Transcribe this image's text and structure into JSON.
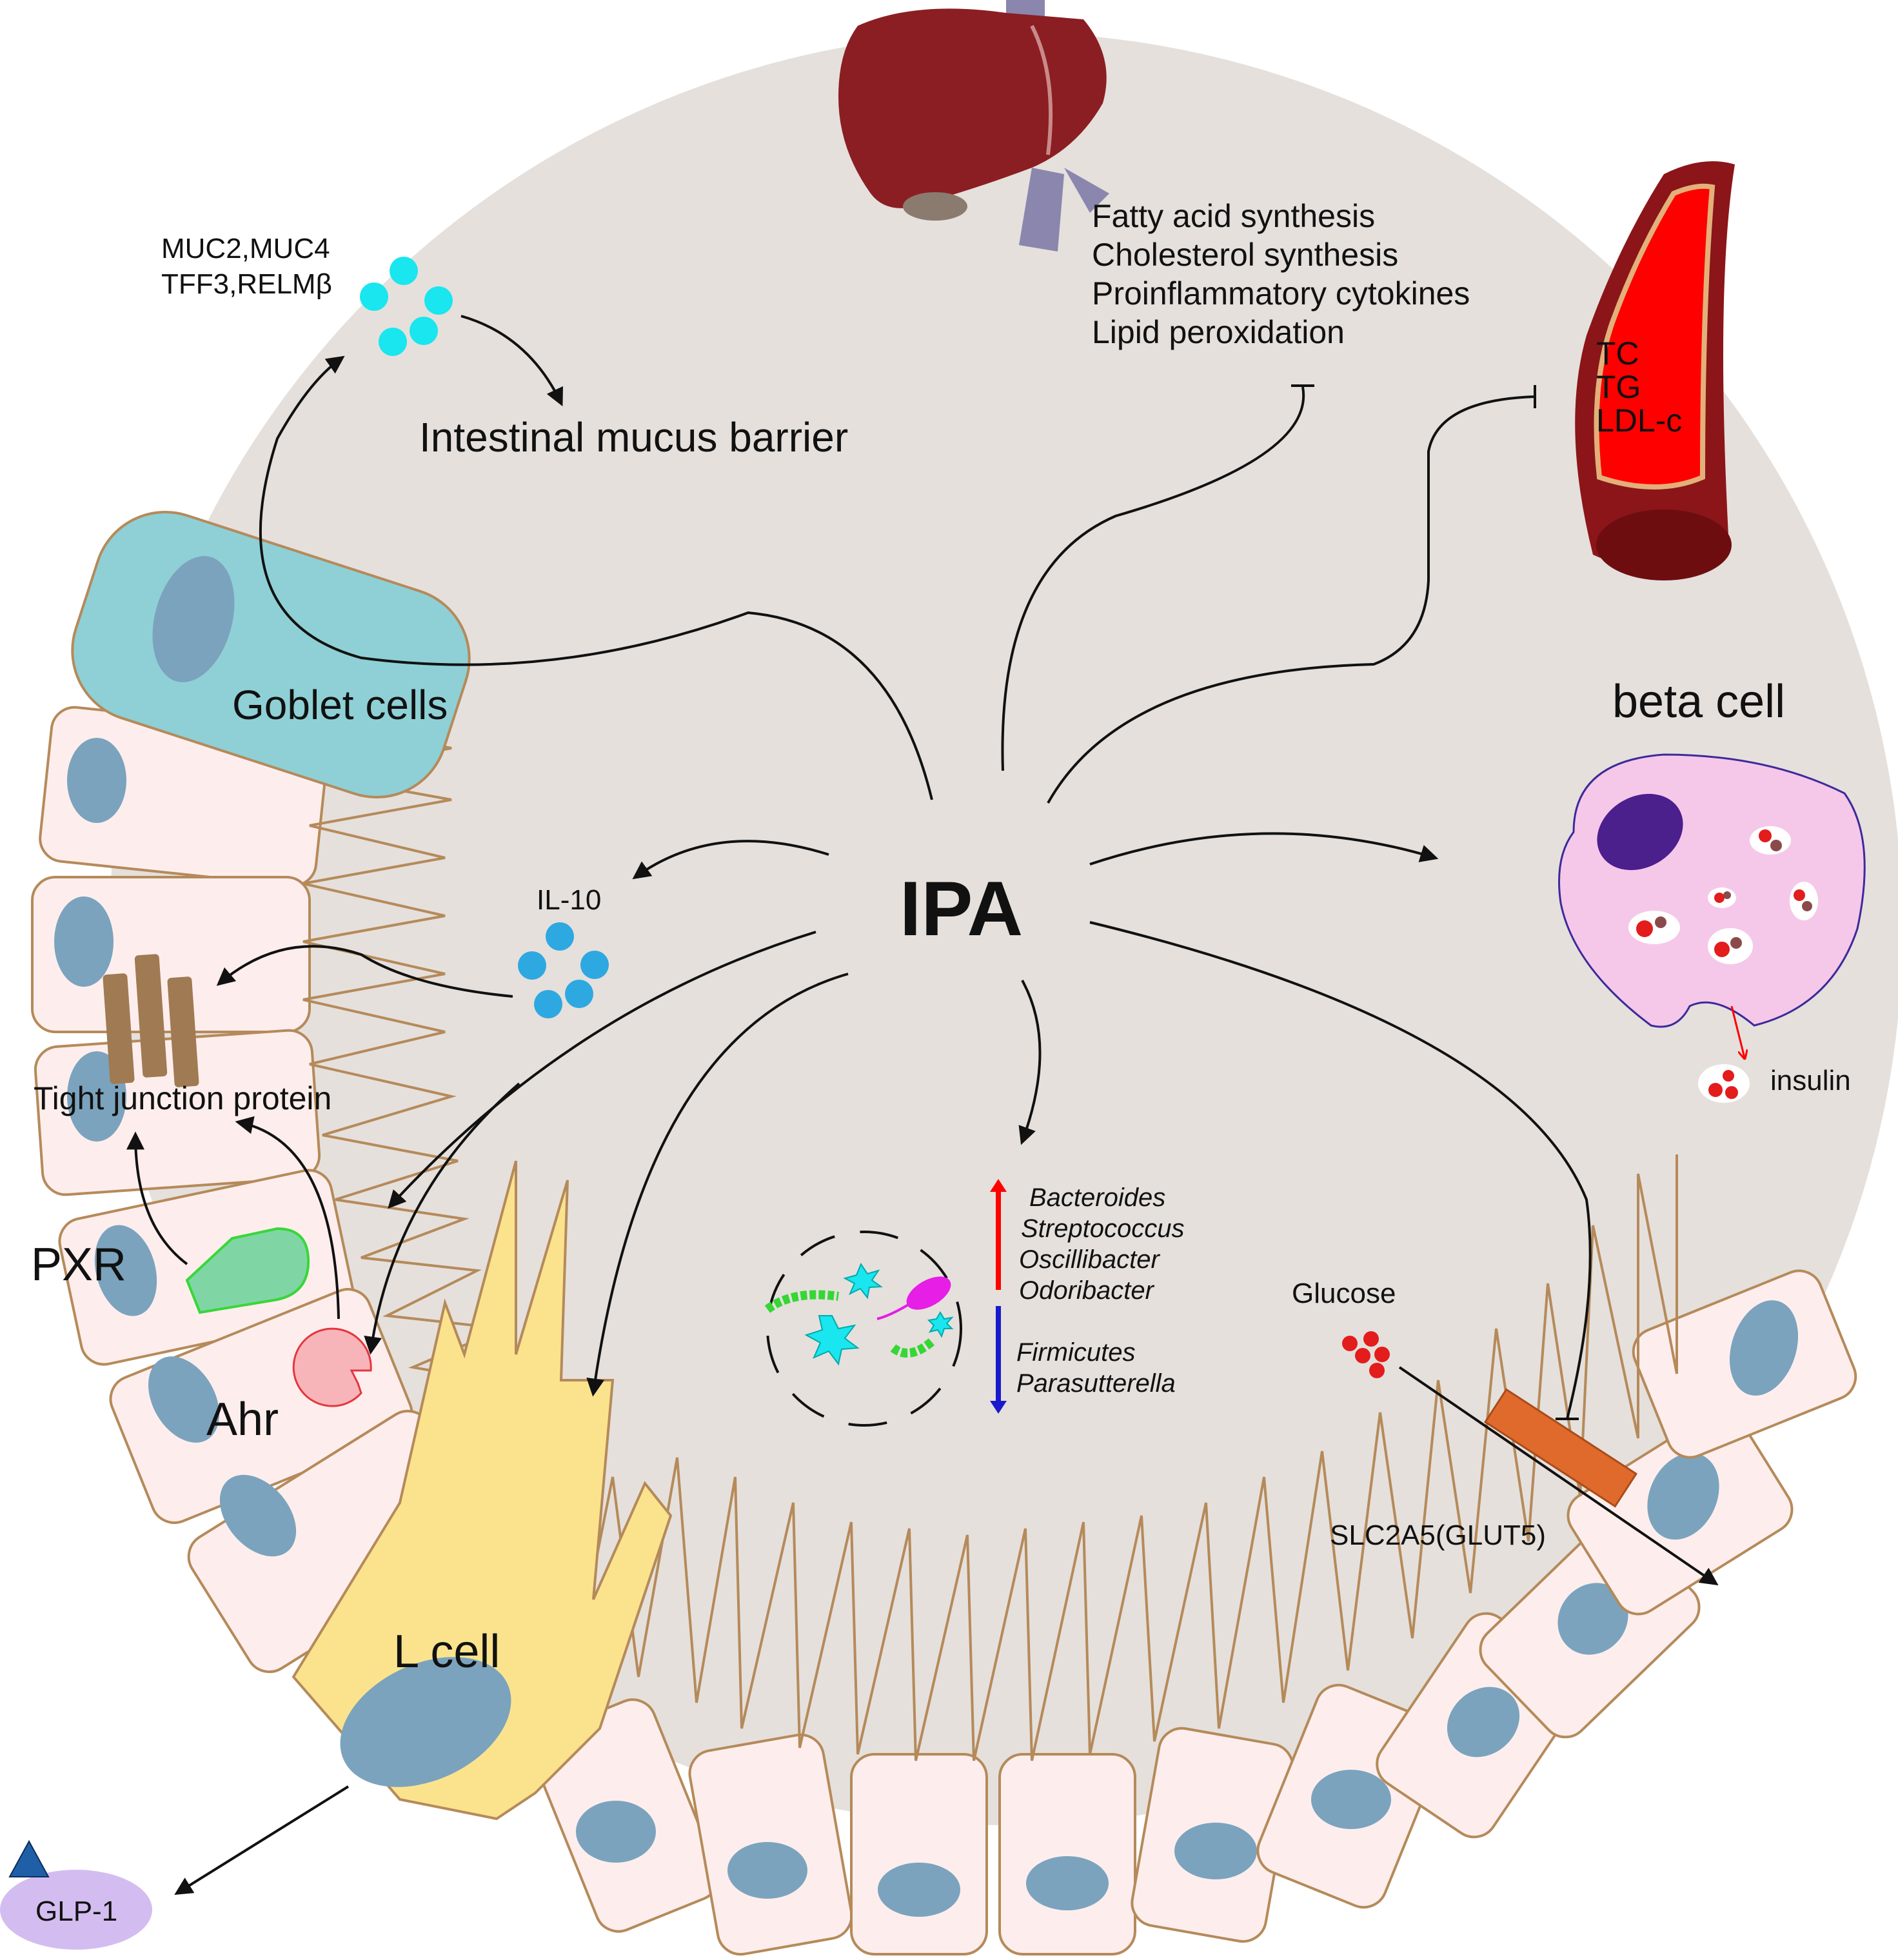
{
  "center": {
    "label": "IPA"
  },
  "liver": {
    "effects": [
      "Fatty acid synthesis",
      "Cholesterol synthesis",
      "Proinflammatory cytokines",
      "Lipid peroxidation"
    ]
  },
  "vessel": {
    "labels": [
      "TC",
      "TG",
      "LDL-c"
    ]
  },
  "goblet": {
    "cell_label": "Goblet cells",
    "mucins_line1": "MUC2,MUC4",
    "mucins_line2": "TFF3,RELMβ",
    "barrier_label": "Intestinal mucus barrier"
  },
  "beta_cell": {
    "label": "beta cell",
    "insulin_label": "insulin"
  },
  "il10": {
    "label": "IL-10"
  },
  "tight_junction": {
    "label": "Tight junction protein"
  },
  "receptors": {
    "pxr": "PXR",
    "ahr": "Ahr"
  },
  "l_cell": {
    "label": "L cell",
    "glp1": "GLP-1"
  },
  "microbiota": {
    "increased": [
      "Bacteroides",
      "Streptococcus",
      "Oscillibacter",
      "Odoribacter"
    ],
    "decreased": [
      "Firmicutes",
      "Parasutterella"
    ]
  },
  "glucose": {
    "label": "Glucose",
    "transporter": "SLC2A5(GLUT5)"
  },
  "colors": {
    "background_disc": "#e5e0dc",
    "goblet_cell": "#8ed0d6",
    "enterocyte": "#fdeeed",
    "cell_outline": "#b58a5a",
    "nucleus": "#7ba3bd",
    "l_cell": "#fbe38e",
    "liver": "#8b1e22",
    "vessel": "#ff0000",
    "beta_cell": "#f5c8ea",
    "mucin_dot": "#19e6ee",
    "il10_dot": "#2ea8e0",
    "pxr": "#7fd6a4",
    "ahr": "#f7b5ba",
    "transporter": "#e06a2b",
    "glp1": "#d3bdf0",
    "glp1_triangle": "#1f5fa8",
    "increase_arrow": "#ff0000",
    "decrease_arrow": "#1a1acc"
  }
}
